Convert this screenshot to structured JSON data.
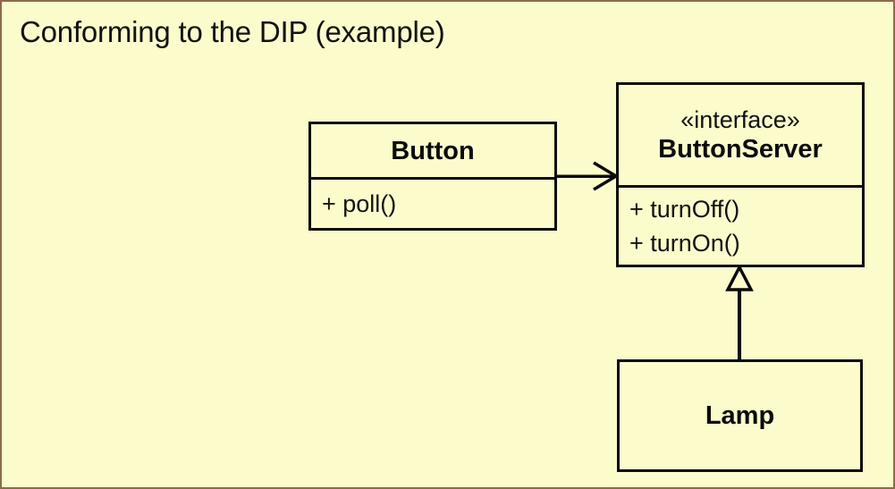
{
  "slide": {
    "title": "Conforming to the DIP (example)",
    "background_color": "#fbfbcc",
    "border_color": "#8d6b4b",
    "line_color": "#0b0b0b"
  },
  "diagram": {
    "type": "uml-class-diagram",
    "classes": [
      {
        "id": "button",
        "name": "Button",
        "stereotype": "",
        "members": [
          "+ poll()"
        ]
      },
      {
        "id": "buttonserver",
        "name": "ButtonServer",
        "stereotype": "«interface»",
        "members": [
          "+ turnOff()",
          "+ turnOn()"
        ]
      },
      {
        "id": "lamp",
        "name": "Lamp",
        "stereotype": "",
        "members": []
      }
    ],
    "relationships": [
      {
        "id": "button-uses-buttonserver",
        "kind": "association",
        "arrowhead": "open-arrow",
        "from": "button",
        "to": "buttonserver",
        "label": ""
      },
      {
        "id": "lamp-implements-buttonserver",
        "kind": "realization",
        "arrowhead": "hollow-triangle",
        "from": "lamp",
        "to": "buttonserver",
        "label": ""
      }
    ]
  }
}
